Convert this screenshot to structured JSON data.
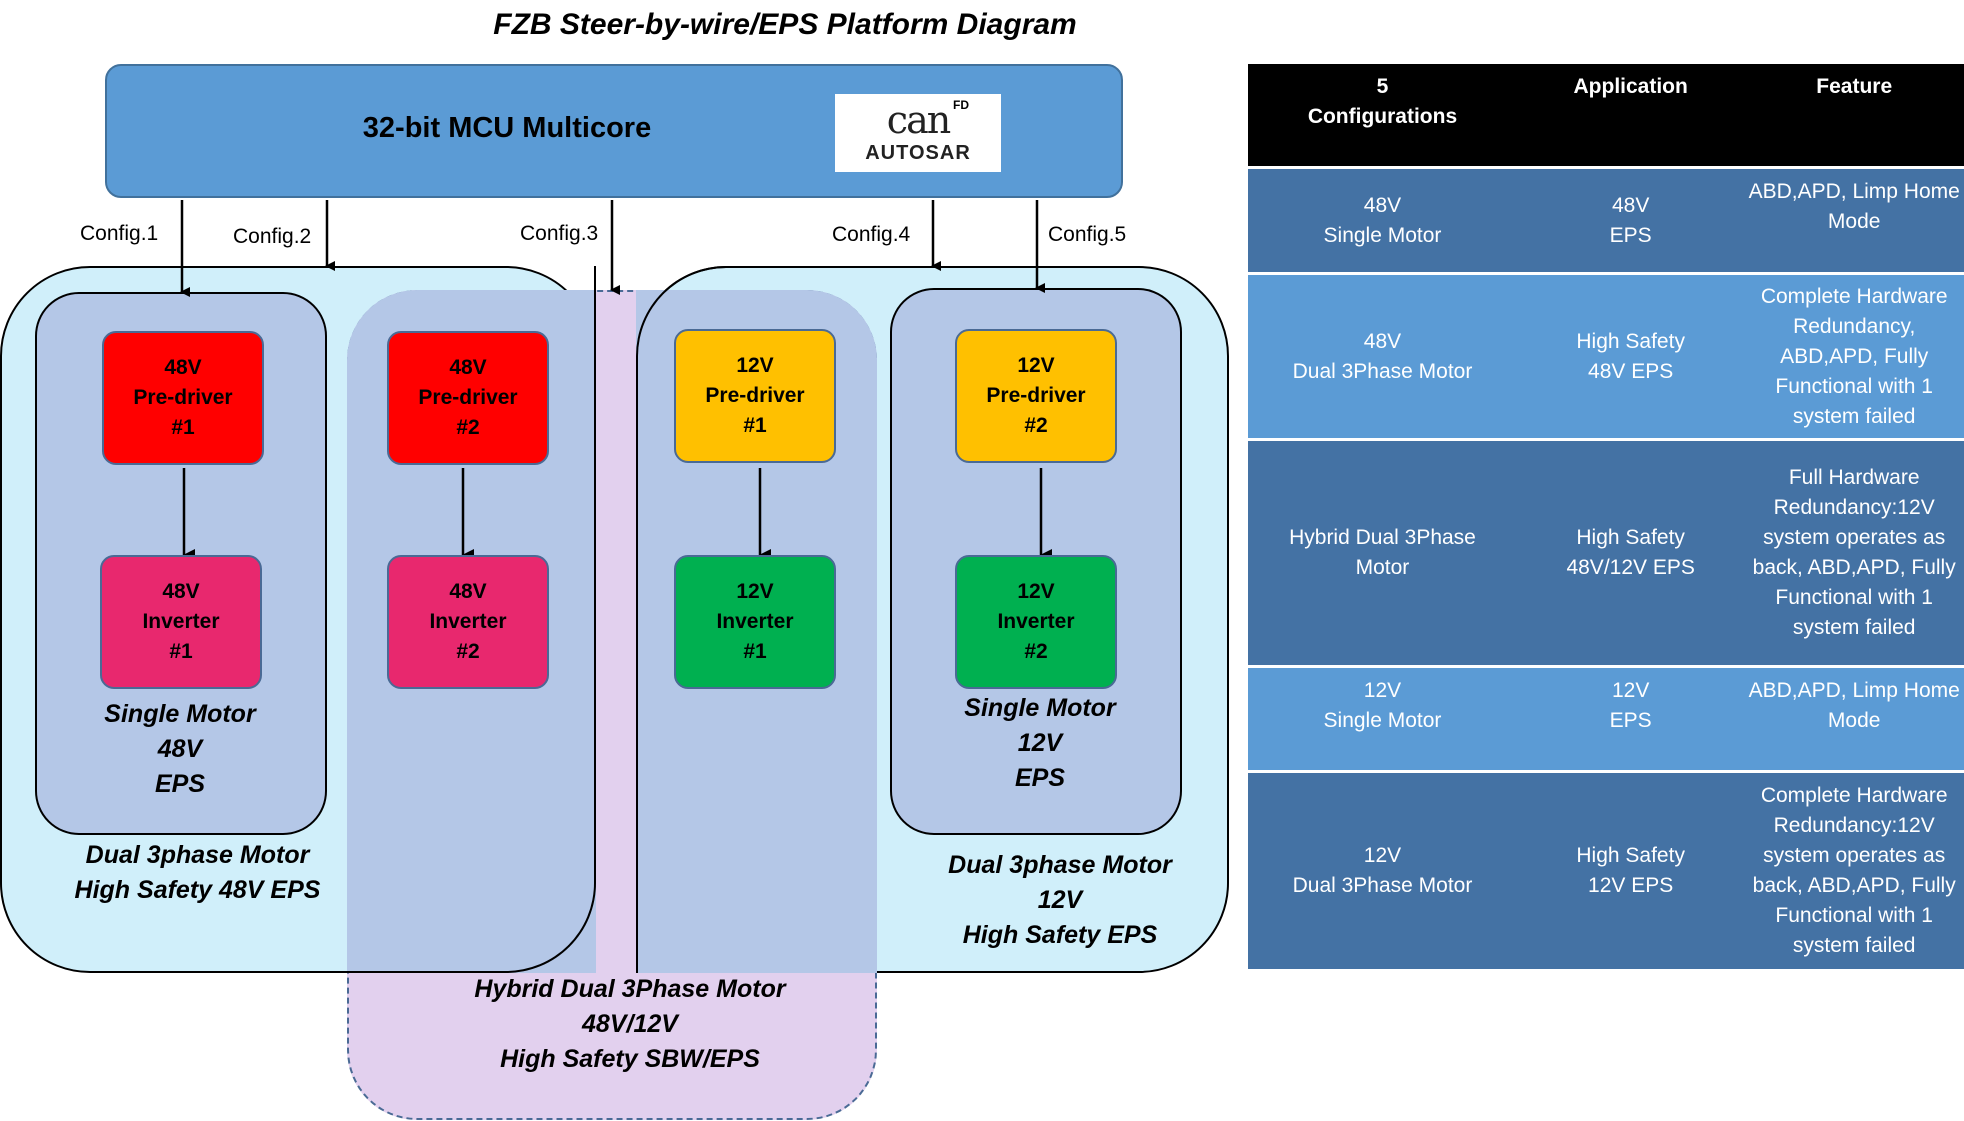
{
  "title": "FZB Steer-by-wire/EPS Platform Diagram",
  "mcu": {
    "label": "32-bit MCU Multicore",
    "logo_can": "can",
    "logo_fd": "FD",
    "logo_autosar": "AUTOSAR"
  },
  "configs": [
    "Config.1",
    "Config.2",
    "Config.3",
    "Config.4",
    "Config.5"
  ],
  "blocks": {
    "pd48_1": [
      "48V",
      "Pre-driver",
      "#1"
    ],
    "pd48_2": [
      "48V",
      "Pre-driver",
      "#2"
    ],
    "pd12_1": [
      "12V",
      "Pre-driver",
      "#1"
    ],
    "pd12_2": [
      "12V",
      "Pre-driver",
      "#2"
    ],
    "inv48_1": [
      "48V",
      "Inverter",
      "#1"
    ],
    "inv48_2": [
      "48V",
      "Inverter",
      "#2"
    ],
    "inv12_1": [
      "12V",
      "Inverter",
      "#1"
    ],
    "inv12_2": [
      "12V",
      "Inverter",
      "#2"
    ]
  },
  "group_labels": {
    "single48": [
      "Single Motor",
      "48V",
      "EPS"
    ],
    "dual48": [
      "Dual 3phase Motor",
      "High Safety 48V EPS"
    ],
    "hybrid": [
      "Hybrid Dual 3Phase Motor",
      "48V/12V",
      "High Safety SBW/EPS"
    ],
    "single12": [
      "Single Motor",
      "12V",
      "EPS"
    ],
    "dual12": [
      "Dual 3phase Motor",
      "12V",
      "High Safety EPS"
    ]
  },
  "table": {
    "headers": [
      [
        "5",
        "Configurations"
      ],
      [
        "Application"
      ],
      [
        "Feature"
      ]
    ],
    "rows": [
      {
        "config": [
          "48V",
          "Single Motor"
        ],
        "application": [
          "48V",
          "EPS"
        ],
        "feature": [
          "ABD,APD,  Limp Home",
          "Mode"
        ]
      },
      {
        "config": [
          "48V",
          "Dual 3Phase Motor"
        ],
        "application": [
          "High Safety",
          "48V EPS"
        ],
        "feature": [
          "Complete Hardware",
          "Redundancy,",
          "ABD,APD,  Fully",
          "Functional with 1",
          "system failed"
        ]
      },
      {
        "config": [
          "Hybrid Dual 3Phase",
          "Motor"
        ],
        "application": [
          "High Safety",
          "48V/12V EPS"
        ],
        "feature": [
          "Full Hardware",
          "Redundancy:12V",
          "system operates as",
          "back, ABD,APD,  Fully",
          "Functional with 1",
          "system failed"
        ]
      },
      {
        "config": [
          "12V",
          "Single Motor"
        ],
        "application": [
          "12V",
          "EPS"
        ],
        "feature": [
          "ABD,APD,  Limp Home",
          "Mode"
        ]
      },
      {
        "config": [
          "12V",
          "Dual 3Phase Motor"
        ],
        "application": [
          "High Safety",
          "12V EPS"
        ],
        "feature": [
          "Complete Hardware",
          "Redundancy:12V",
          "system operates as",
          "back, ABD,APD,  Fully",
          "Functional with 1",
          "system failed"
        ]
      }
    ]
  }
}
